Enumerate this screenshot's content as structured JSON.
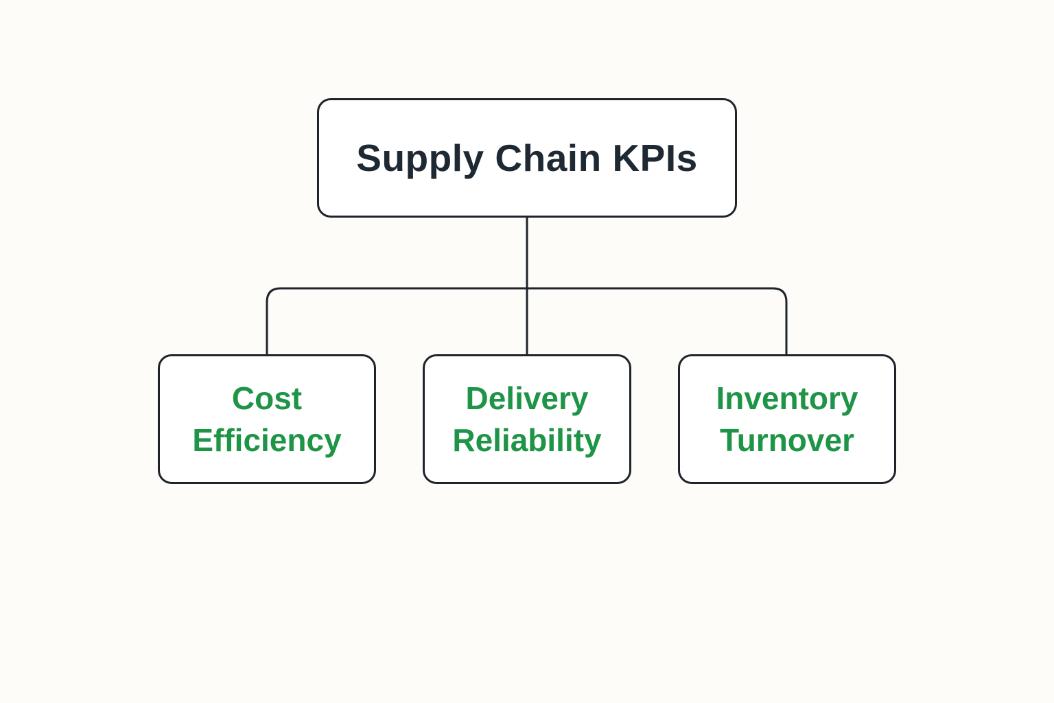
{
  "diagram": {
    "root": {
      "label": "Supply Chain KPIs"
    },
    "children": [
      {
        "line1": "Cost",
        "line2": "Efficiency"
      },
      {
        "line1": "Delivery",
        "line2": "Reliability"
      },
      {
        "line1": "Inventory",
        "line2": "Turnover"
      }
    ]
  },
  "colors": {
    "background": "#fdfcf8",
    "border": "#1f232a",
    "root_text": "#1f2933",
    "child_text": "#1e9447"
  }
}
